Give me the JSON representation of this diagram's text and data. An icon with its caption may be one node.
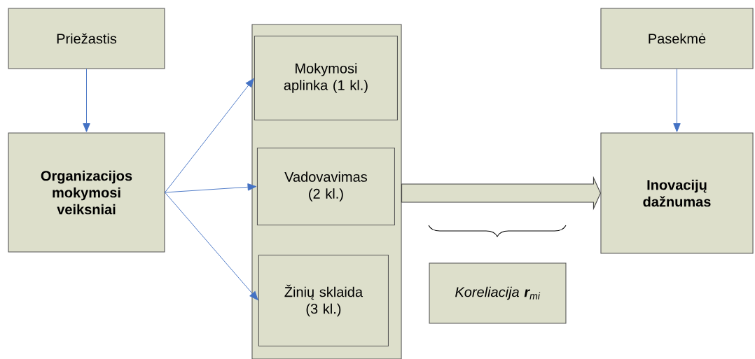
{
  "diagram": {
    "nodes": [
      {
        "text": [
          "Priežastis"
        ]
      },
      {
        "text": [
          "Organizacijos mokymosi veiksniai"
        ]
      },
      {
        "text": [],
        "shape": "box"
      },
      {
        "text": [
          "Mokymosi aplinka (1 kl.)"
        ],
        "in": 2
      },
      {
        "text": [
          "Vadovavimas (2 kl.)"
        ],
        "in": 2
      },
      {
        "text": [
          "Žinių sklaida (3 kl.)"
        ],
        "in": 2
      },
      {
        "text": [
          "Pasekmė"
        ]
      },
      {
        "text": [
          "Inovacijų dažnumas"
        ]
      },
      {
        "text": [
          "Koreliacija **r**$_{mi}$"
        ]
      }
    ],
    "edges": [
      {
        "from": 0,
        "to": 1,
        "arrow": "to"
      },
      {
        "from": 1,
        "to": 3,
        "arrow": "to"
      },
      {
        "from": 1,
        "to": 4,
        "arrow": "to"
      },
      {
        "from": 1,
        "to": 5,
        "arrow": "to"
      },
      {
        "from": 6,
        "to": 7,
        "arrow": "to"
      },
      {
        "from": 2,
        "to": 7,
        "arrow": "to",
        "style": "thick",
        "color": "#404040"
      }
    ]
  }
}
